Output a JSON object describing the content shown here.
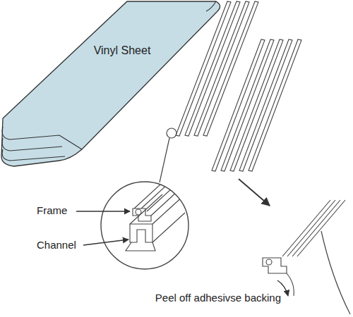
{
  "diagram": {
    "nodes": [
      {
        "text": [
          "Vinyl Sheet"
        ]
      }
    ],
    "labels": [
      "Frame",
      "Channel",
      "Peel off adhesivse backing"
    ]
  }
}
